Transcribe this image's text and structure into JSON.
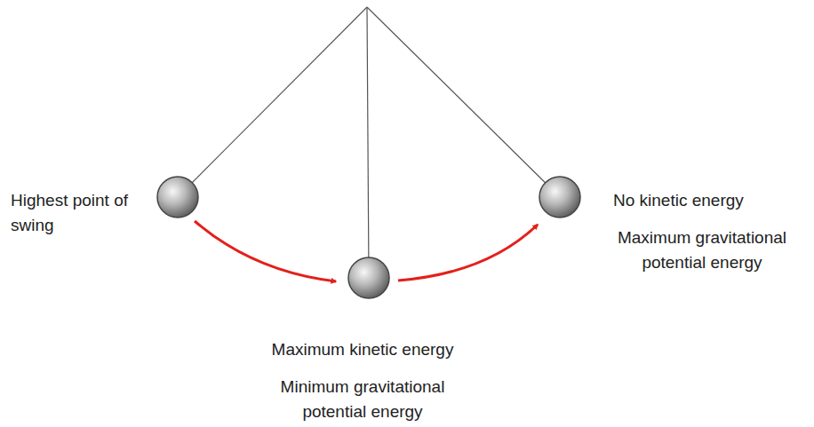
{
  "diagram": {
    "labels": [
      "Highest point of swing",
      "No kinetic energy",
      "Maximum gravitational potential energy",
      "Maximum kinetic energy",
      "Minimum gravitational potential energy"
    ]
  }
}
